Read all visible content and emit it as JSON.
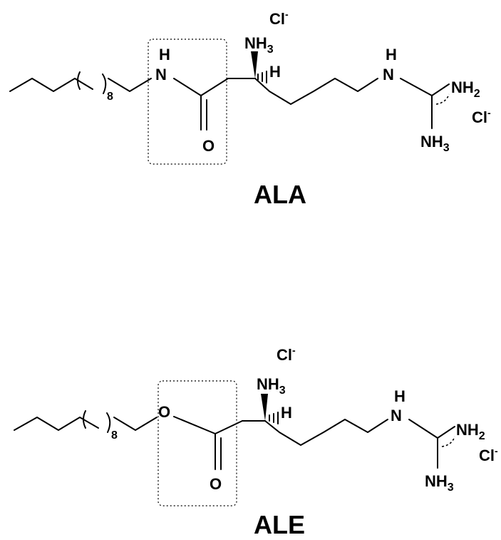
{
  "molecules": [
    {
      "name": "ALA",
      "atoms": {
        "counterion_top": "Cl",
        "counterion_top_charge": "-",
        "amine_n": "NH",
        "amine_sub": "3",
        "alpha_h": "H",
        "linker_n": "N",
        "linker_h": "H",
        "carbonyl_o": "O",
        "chain_repeat": "8",
        "guan_nh_h": "H",
        "guan_nh_n": "N",
        "guan_nh2": "NH",
        "guan_nh2_sub": "2",
        "guan_nh3": "NH",
        "guan_nh3_sub": "3",
        "counterion_right": "Cl",
        "counterion_right_charge": "-"
      }
    },
    {
      "name": "ALE",
      "atoms": {
        "counterion_top": "Cl",
        "counterion_top_charge": "-",
        "amine_n": "NH",
        "amine_sub": "3",
        "alpha_h": "H",
        "linker_o": "O",
        "carbonyl_o": "O",
        "chain_repeat": "8",
        "guan_nh_h": "H",
        "guan_nh_n": "N",
        "guan_nh2": "NH",
        "guan_nh2_sub": "2",
        "guan_nh3": "NH",
        "guan_nh3_sub": "3",
        "counterion_right": "Cl",
        "counterion_right_charge": "-"
      }
    }
  ]
}
